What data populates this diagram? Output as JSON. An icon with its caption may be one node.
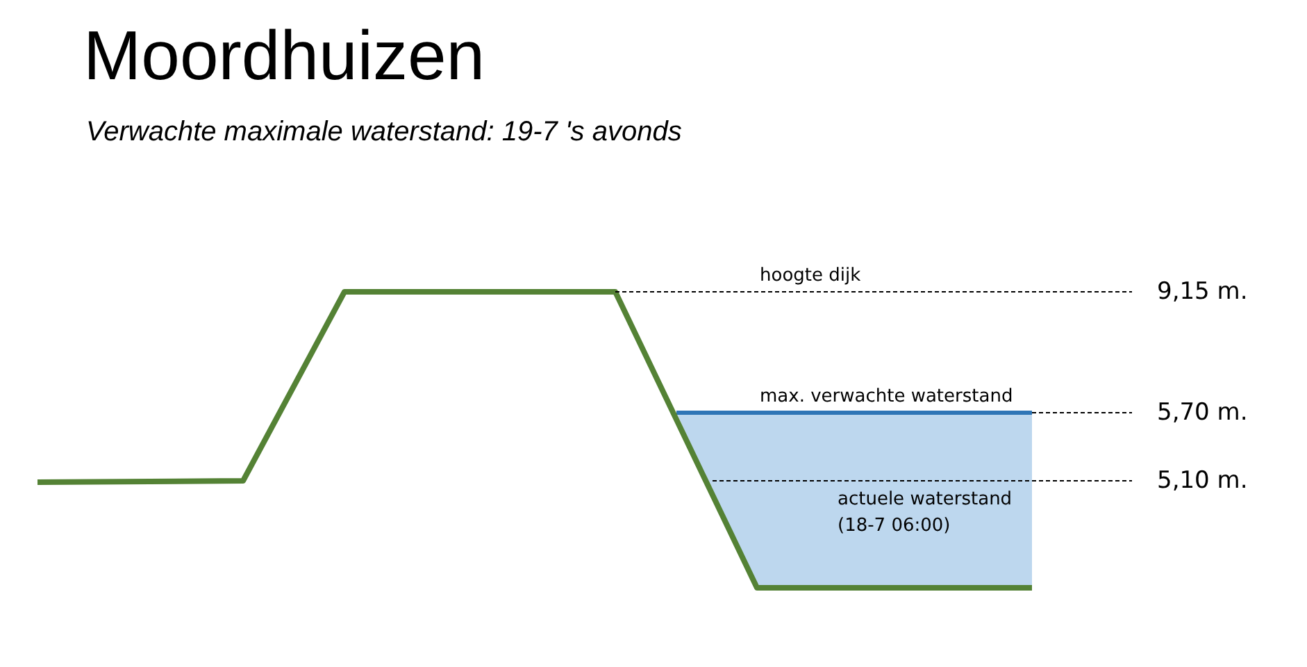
{
  "diagram": {
    "title": "Moordhuizen",
    "labels": [
      "Verwachte maximale waterstand: 19-7 's avonds",
      "hoogte dijk",
      "9,15 m.",
      "max. verwachte waterstand",
      "5,70 m.",
      "5,10 m.",
      "actuele waterstand (18-7 06:00)"
    ]
  }
}
